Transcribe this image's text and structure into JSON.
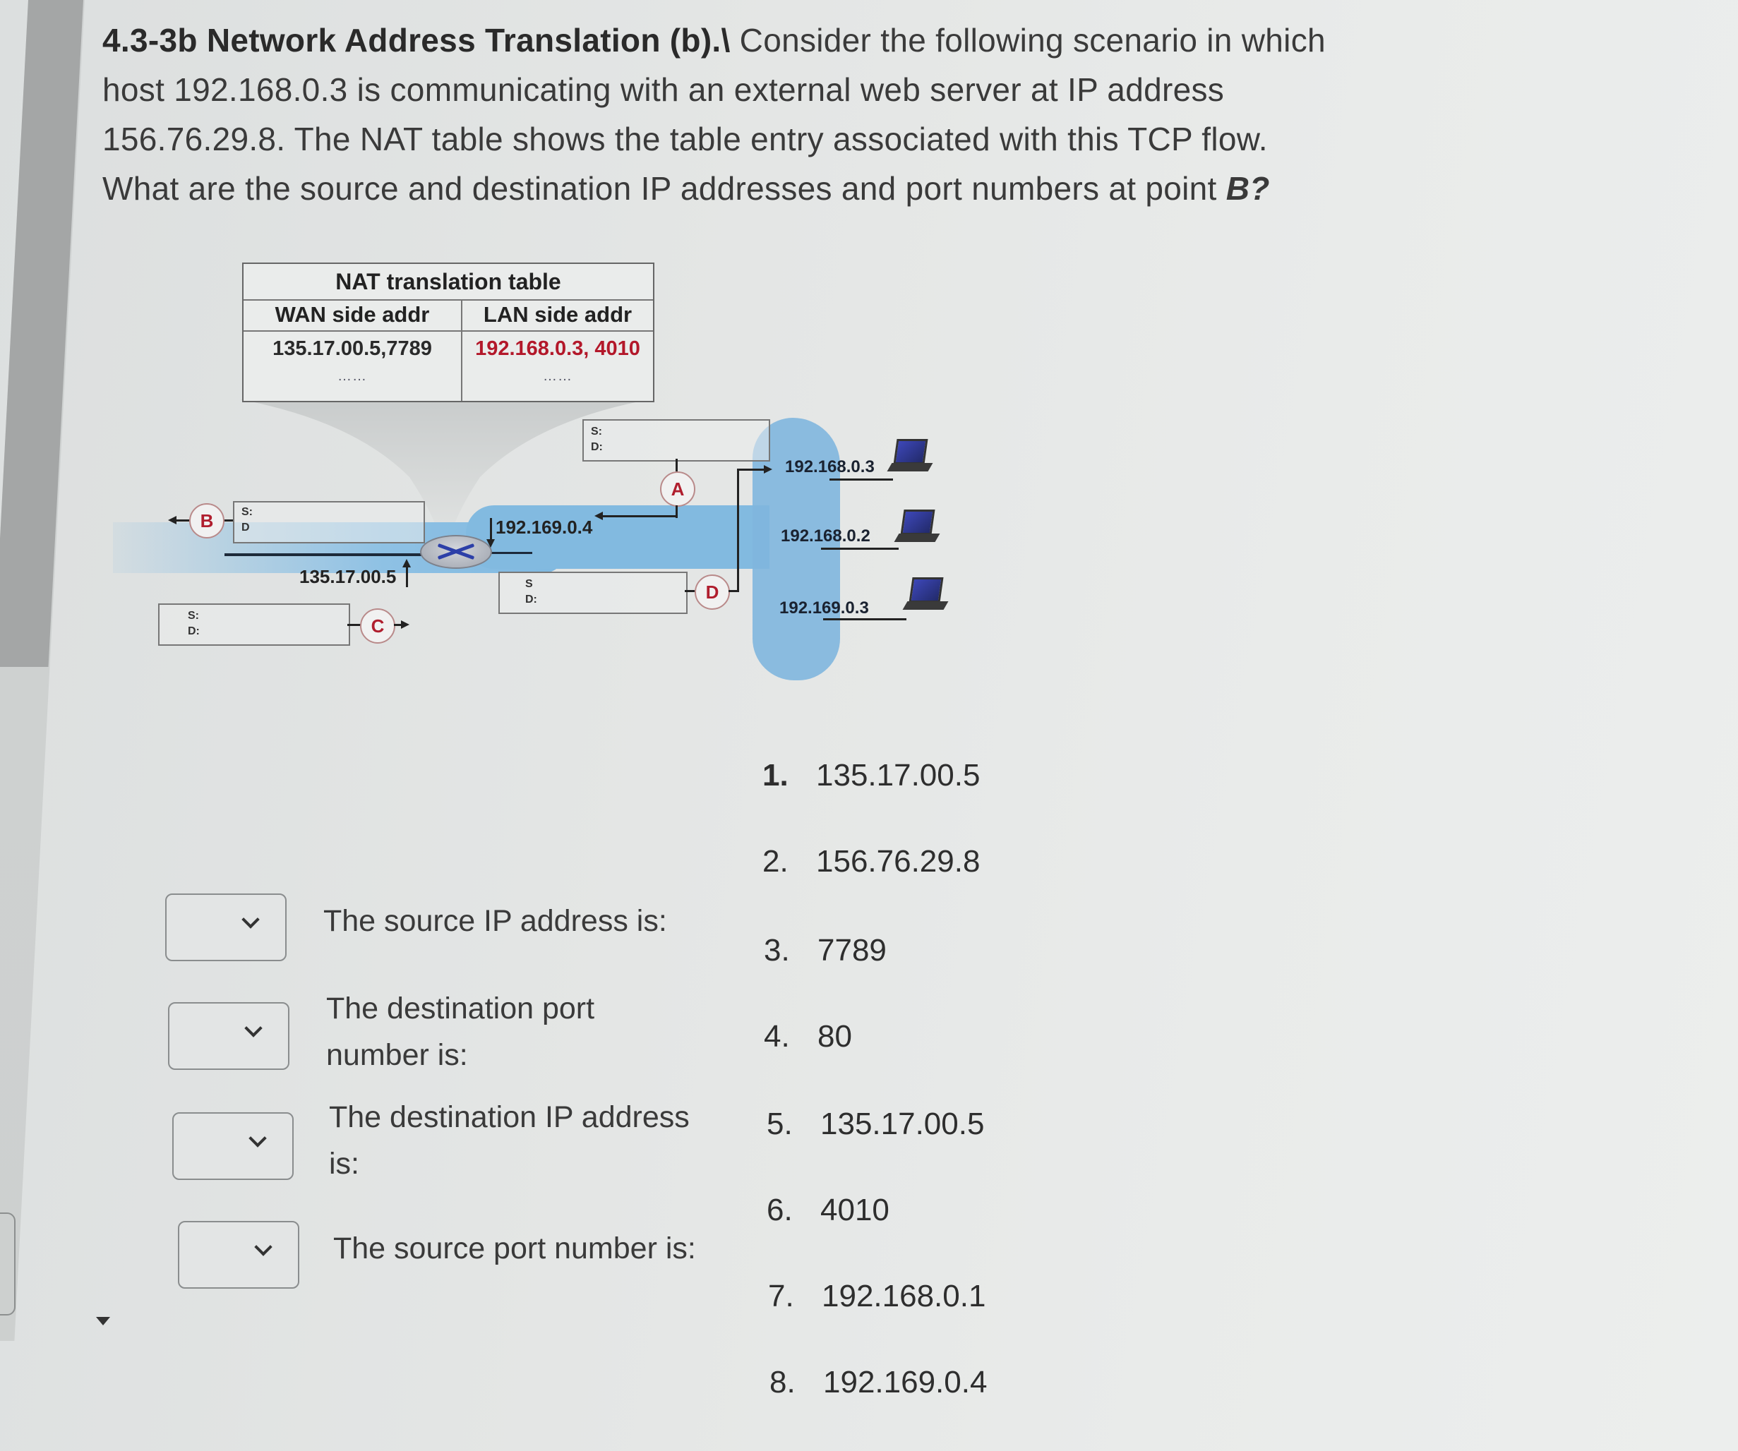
{
  "question": {
    "title": "4.3-3b Network Address Translation (b).\\",
    "body_line1": " Consider the following scenario in which",
    "body_line2": "host 192.168.0.3 is communicating with an external web server at IP address",
    "body_line3": "156.76.29.8. The NAT table shows the table entry associated with this TCP flow.",
    "body_line4": "What are the source and destination IP addresses and port numbers at point ",
    "point": "B?"
  },
  "diagram": {
    "nat_table": {
      "title": "NAT translation table",
      "headers": [
        "WAN side addr",
        "LAN side addr"
      ],
      "rows": [
        [
          "135.17.00.5,7789",
          "192.168.0.3, 4010"
        ]
      ],
      "ellipsis": [
        "……",
        "……"
      ]
    },
    "router_wan_ip": "135.17.00.5",
    "router_lan_ip": "192.169.0.4",
    "points": {
      "a": "A",
      "b": "B",
      "c": "C",
      "d": "D"
    },
    "packet_labels": {
      "s": "S:",
      "d": "D:",
      "s_short": "S",
      "d_short": "D"
    },
    "hosts": [
      {
        "ip": "192.168.0.3",
        "icon": "laptop-icon"
      },
      {
        "ip": "192.168.0.2",
        "icon": "laptop-icon"
      },
      {
        "ip": "192.169.0.3",
        "icon": "laptop-icon"
      }
    ],
    "colors": {
      "lan_cloud": "#7fb6de",
      "point_letter": "#b01e2e",
      "nat_lan_text": "#b3182a"
    }
  },
  "prompts": [
    {
      "label": "The source IP address is:",
      "selected": ""
    },
    {
      "label_l1": "The destination port",
      "label_l2": "number is:",
      "selected": ""
    },
    {
      "label_l1": "The destination IP address",
      "label_l2": "is:",
      "selected": ""
    },
    {
      "label": "The source port number is:",
      "selected": ""
    }
  ],
  "options": [
    {
      "num": "1.",
      "value": "135.17.00.5"
    },
    {
      "num": "2.",
      "value": "156.76.29.8"
    },
    {
      "num": "3.",
      "value": "7789"
    },
    {
      "num": "4.",
      "value": "80"
    },
    {
      "num": "5.",
      "value": "135.17.00.5"
    },
    {
      "num": "6.",
      "value": "4010"
    },
    {
      "num": "7.",
      "value": "192.168.0.1"
    },
    {
      "num": "8.",
      "value": "192.169.0.4"
    }
  ]
}
